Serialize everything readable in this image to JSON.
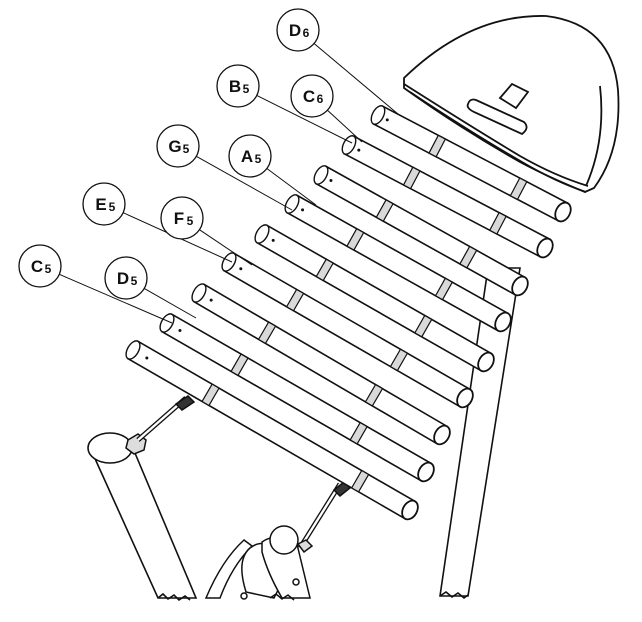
{
  "diagram": {
    "callouts": [
      {
        "note": "D",
        "octave": "6"
      },
      {
        "note": "B",
        "octave": "5"
      },
      {
        "note": "C",
        "octave": "6"
      },
      {
        "note": "G",
        "octave": "5"
      },
      {
        "note": "A",
        "octave": "5"
      },
      {
        "note": "E",
        "octave": "5"
      },
      {
        "note": "F",
        "octave": "5"
      },
      {
        "note": "C",
        "octave": "5"
      },
      {
        "note": "D",
        "octave": "5"
      }
    ]
  },
  "colors": {
    "line": "#111111",
    "fill": "#ffffff",
    "shade": "#d9d9d9"
  }
}
